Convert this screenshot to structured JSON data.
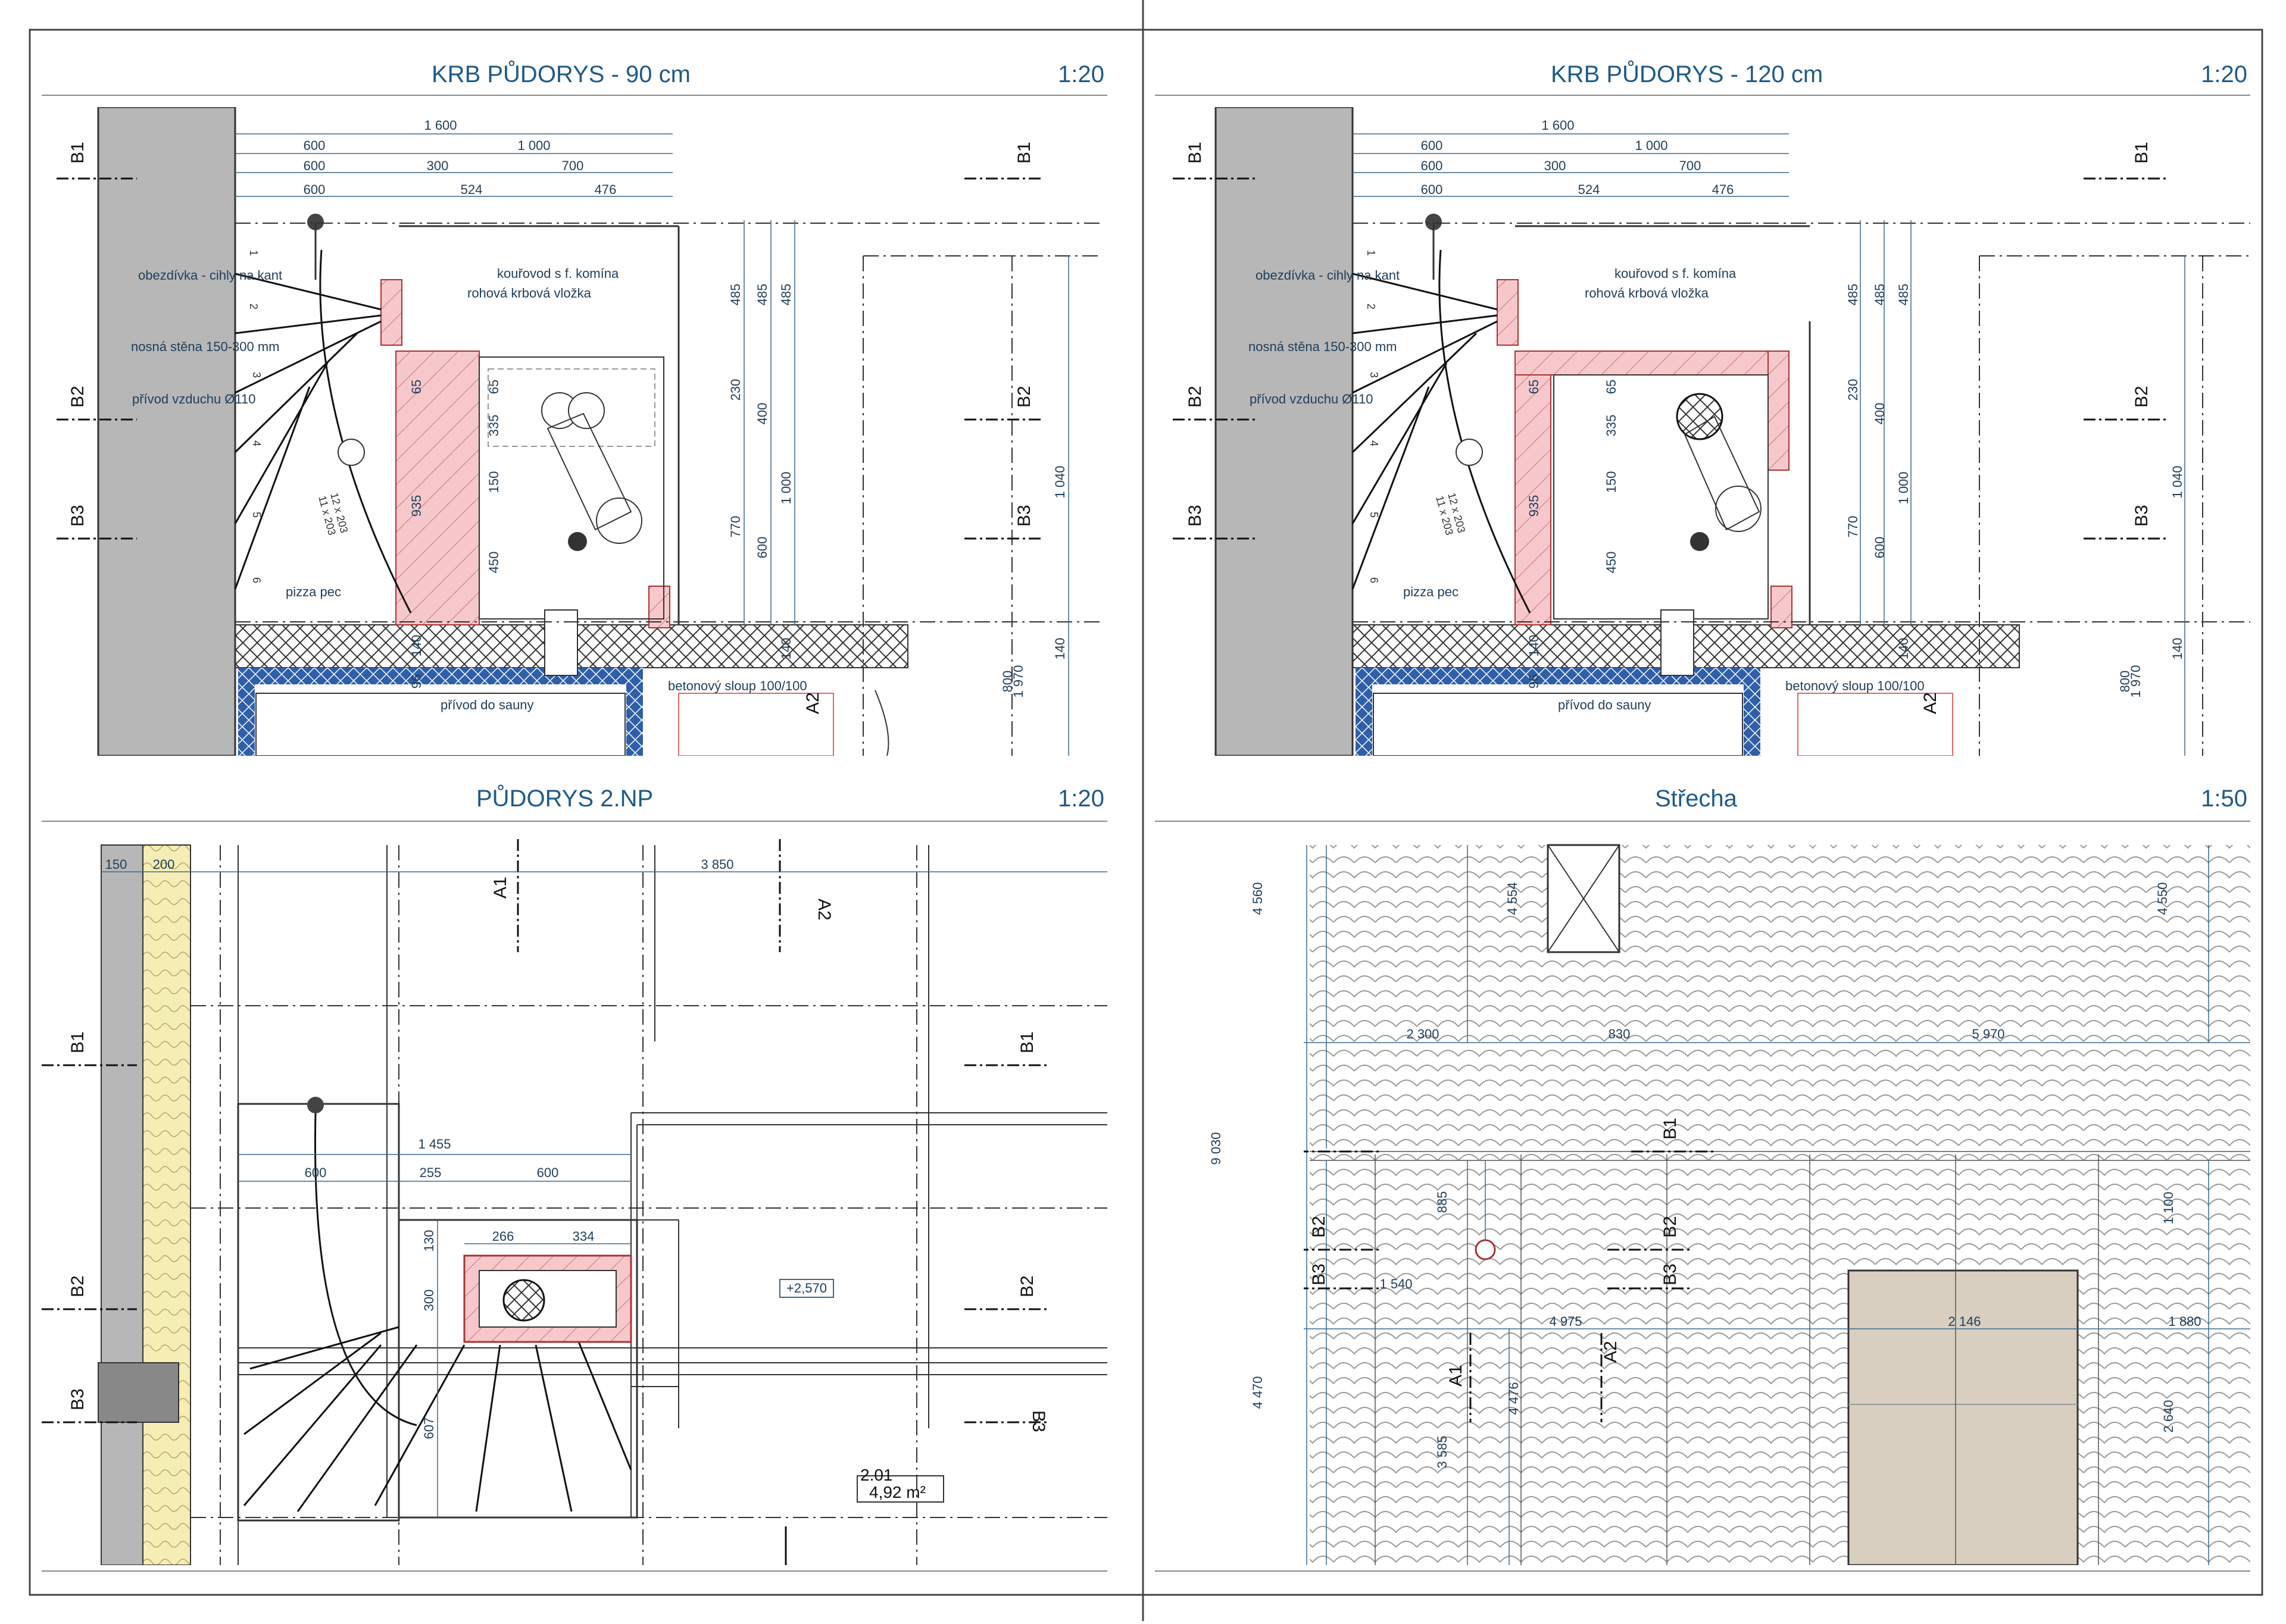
{
  "sheet": {
    "panels": [
      {
        "title": "KRB PŮDORYS - 90 cm",
        "scale": "1:20"
      },
      {
        "title": "KRB PŮDORYS - 120 cm",
        "scale": "1:20"
      },
      {
        "title": "PŮDORYS 2.NP",
        "scale": "1:20"
      },
      {
        "title": "Střecha",
        "scale": "1:50"
      }
    ]
  },
  "krb": {
    "dims_top": [
      "1 600",
      "600",
      "1 000",
      "600",
      "300",
      "700",
      "600",
      "524",
      "476"
    ],
    "dims_vert": [
      "485",
      "485",
      "485",
      "230",
      "400",
      "1 000",
      "770",
      "600",
      "1 040",
      "140",
      "140",
      "800",
      "1 970"
    ],
    "dims_inner": [
      "65",
      "65",
      "335",
      "935",
      "150",
      "450",
      "140",
      "96"
    ],
    "stair_numbers": [
      "1",
      "2",
      "3",
      "4",
      "5",
      "6"
    ],
    "stair_label": [
      "12 x 203",
      "11 x 203"
    ],
    "labels": {
      "obezdivka": "obezdívka - cihly na kant",
      "nosna": "nosná stěna 150-300 mm",
      "privod_vzduchu": "přívod vzduchu Ø110",
      "pizza": "pizza pec",
      "kourovod": "kouřovod s f. komína",
      "vlozka": "rohová krbová vložka",
      "betonovy": "betonový sloup 100/100",
      "privod_sauny": "přívod do sauny"
    },
    "sections": [
      "B1",
      "B2",
      "B3",
      "A2"
    ]
  },
  "np2": {
    "dims": [
      "150",
      "200",
      "3 850",
      "1 455",
      "600",
      "255",
      "600",
      "266",
      "334",
      "130",
      "300",
      "607"
    ],
    "level": "+2,570",
    "room_no": "2.01",
    "room_area": "4,92 m²",
    "sections": [
      "A1",
      "A2",
      "B1",
      "B2",
      "B3"
    ]
  },
  "roof": {
    "dims": [
      "4 560",
      "4 554",
      "4 550",
      "2 300",
      "830",
      "5 970",
      "9 030",
      "885",
      "1 100",
      "1 540",
      "4 975",
      "2 146",
      "1 880",
      "4 470",
      "3 585",
      "4 476",
      "2 640"
    ],
    "sections": [
      "B1",
      "B2",
      "B3",
      "A1",
      "A2"
    ]
  },
  "colors": {
    "accent": "#1f5b86",
    "dim": "#3a6a8c",
    "wall": "#b7b7b7",
    "fire": "#f6c8cc",
    "insul": "#2f5fa8",
    "roof_panel": "#d8cfc0",
    "yellow": "#f4edb5"
  }
}
